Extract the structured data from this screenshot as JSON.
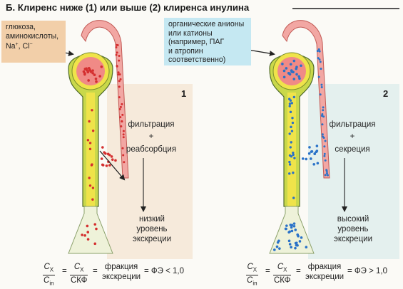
{
  "title": "Б. Клиренс ниже (1) или выше (2) клиренса инулина",
  "panel1": {
    "number": "1",
    "note_lines": [
      "глюкоза,",
      "аминокислоты,",
      "Na",
      "+",
      ", Cl",
      "−"
    ],
    "process_top": "фильтрация",
    "plus": "+",
    "process_bottom": "реабсорбция",
    "result_lines": [
      "низкий",
      "уровень",
      "экскреции"
    ],
    "formula": {
      "cx": "C",
      "cx_sub": "X",
      "cin": "C",
      "cin_sub": "in",
      "skf": "СКФ",
      "fraction_top": "фракция",
      "fraction_bottom": "экскреции",
      "result": "= ФЭ < 1,0"
    },
    "dot_color": "#d42f2f"
  },
  "panel2": {
    "number": "2",
    "note_lines": [
      "органические анионы",
      "или катионы",
      "(например, ПАГ",
      "и атропин",
      "соответственно)"
    ],
    "process_top": "фильтрация",
    "plus": "+",
    "process_bottom": "секреция",
    "result_lines": [
      "высокий",
      "уровень",
      "экскреции"
    ],
    "formula": {
      "cx": "C",
      "cx_sub": "X",
      "cin": "C",
      "cin_sub": "in",
      "skf": "СКФ",
      "fraction_top": "фракция",
      "fraction_bottom": "экскреции",
      "result": "= ФЭ > 1,0"
    },
    "dot_color": "#2a72c8"
  },
  "colors": {
    "tubule": "#c9d84a",
    "lumen": "#efe34a",
    "vessel": "#f2a7a3",
    "glomerulus": "#f08a86"
  }
}
